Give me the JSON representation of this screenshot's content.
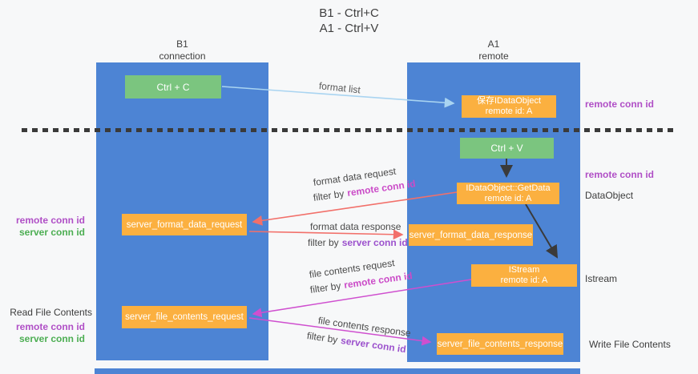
{
  "title": {
    "line1": "B1 - Ctrl+C",
    "line2": "A1 - Ctrl+V"
  },
  "lanes": {
    "left": {
      "header_line1": "B1",
      "header_line2": "connection"
    },
    "right": {
      "header_line1": "A1",
      "header_line2": "remote"
    }
  },
  "boxes": {
    "ctrl_c": {
      "label": "Ctrl + C"
    },
    "ctrl_v": {
      "label": "Ctrl + V"
    },
    "save_dataobject": {
      "line1": "保存IDataObject",
      "line2": "remote id: A"
    },
    "getdata": {
      "line1": "IDataObject::GetData",
      "line2": "remote id: A"
    },
    "istream": {
      "line1": "IStream",
      "line2": "remote id: A"
    },
    "server_format_data_request": {
      "label": "server_format_data_request"
    },
    "server_format_data_response": {
      "label": "server_format_data_response"
    },
    "server_file_contents_request": {
      "label": "server_file_contents_request"
    },
    "server_file_contents_response": {
      "label": "server_file_contents_response"
    }
  },
  "arrow_labels": {
    "format_list": "format list",
    "format_data_request": "format data request",
    "format_data_response": "format data response",
    "file_contents_request": "file contents request",
    "file_contents_response": "file contents response",
    "filter_by": "filter by",
    "remote_conn_id": "remote conn id",
    "server_conn_id": "server conn id"
  },
  "side_labels": {
    "right_remote_conn_id_top": "remote conn id",
    "right_remote_conn_id_mid": "remote conn id",
    "right_dataobject": "DataObject",
    "right_istream": "Istream",
    "right_write_file_contents": "Write File Contents",
    "left_remote_conn_id_1": "remote conn id",
    "left_server_conn_id_1": "server conn id",
    "left_read_file_contents": "Read File Contents",
    "left_remote_conn_id_2": "remote conn id",
    "left_server_conn_id_2": "server conn id"
  },
  "colors": {
    "lane_blue": "#4d84d4",
    "box_orange": "#fbb040",
    "box_green": "#7bc57f",
    "arrow_salmon": "#f2706a",
    "arrow_magenta": "#cf4fcf",
    "arrow_light_blue": "#a9d4f1",
    "arrow_dark": "#3a3a3a",
    "text_purple": "#b04fc6",
    "text_green": "#4cae52",
    "inline_remote_conn_id": "#cb4cc8",
    "inline_server_conn_id": "#9c52cd"
  }
}
